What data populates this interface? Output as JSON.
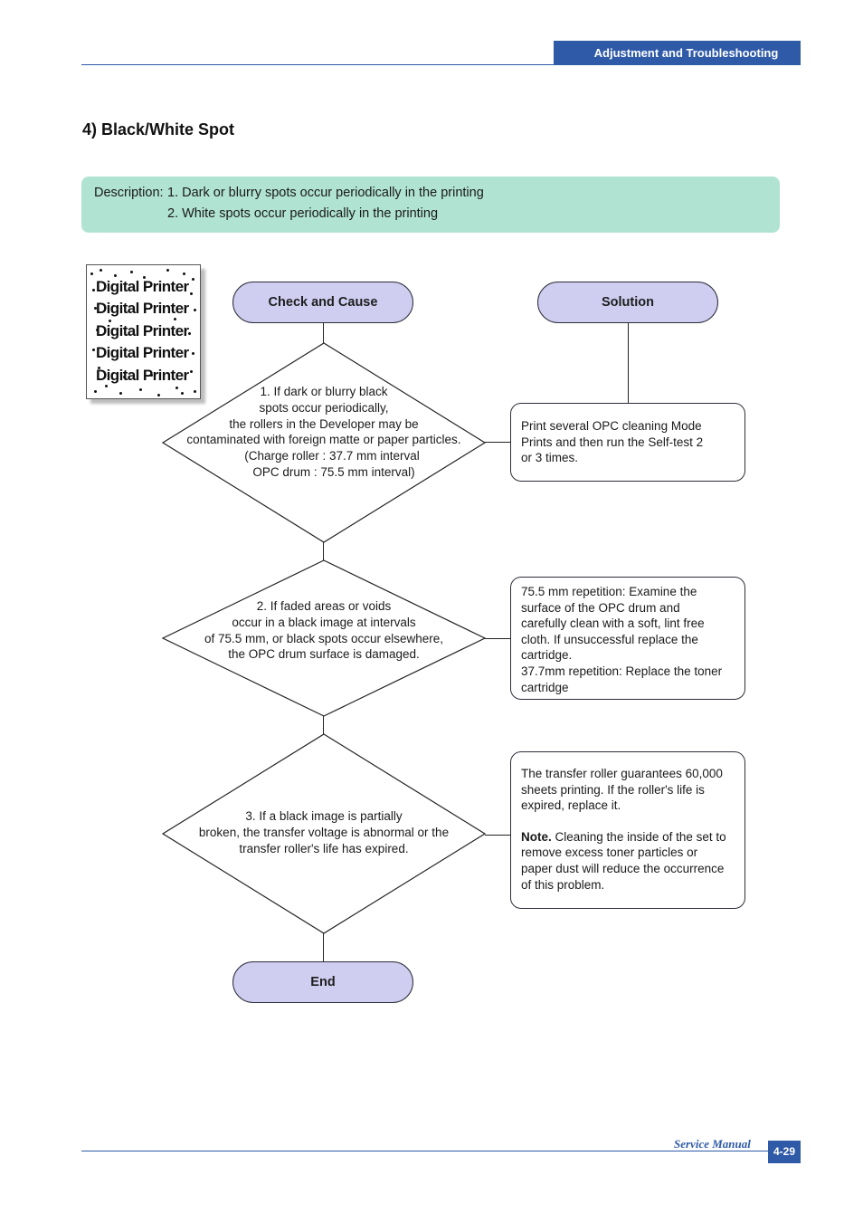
{
  "header": {
    "section_tab": "Adjustment and Troubleshooting"
  },
  "section": {
    "title": "4) Black/White Spot"
  },
  "description": {
    "label": "Description:",
    "items": [
      "1. Dark or blurry spots occur periodically in the printing",
      "2. White spots occur periodically in the printing"
    ]
  },
  "sample_image": {
    "lines": [
      "Digital Printer",
      "Digital Printer",
      "Digital Printer",
      "Digital Printer",
      "Digital Printer"
    ]
  },
  "flow": {
    "check_header": "Check and Cause",
    "solution_header": "Solution",
    "end_label": "End",
    "steps": [
      {
        "cause_lines": [
          "1. If dark or blurry black",
          "spots occur periodically,",
          "the rollers in the Developer may be",
          "contaminated with foreign matte or paper particles.",
          "(Charge roller : 37.7 mm interval",
          "OPC drum : 75.5 mm interval)"
        ],
        "solution_lines": [
          "Print several OPC cleaning Mode",
          "Prints and then run the Self-test 2",
          "or 3 times."
        ]
      },
      {
        "cause_lines": [
          "2. If faded areas or voids",
          "occur in a black image at intervals",
          "of 75.5 mm, or black spots occur elsewhere,",
          "the OPC drum surface is damaged."
        ],
        "solution_lines": [
          "75.5 mm repetition: Examine the",
          "surface of the OPC drum and",
          "carefully clean with a soft, lint free",
          "cloth. If unsuccessful replace the",
          "cartridge.",
          "37.7mm repetition: Replace the toner",
          "cartridge"
        ]
      },
      {
        "cause_lines": [
          "3. If a black image is partially",
          "broken, the transfer voltage is abnormal or the",
          "transfer roller's life has expired."
        ],
        "solution_lines": [
          "The transfer roller guarantees 60,000",
          "sheets printing. If the roller's life is",
          "expired, replace it."
        ],
        "note_label": "Note.",
        "note_lines": [
          "Cleaning the inside of the set to",
          "remove excess toner particles or",
          "paper dust will reduce the occurrence",
          "of this problem."
        ]
      }
    ]
  },
  "footer": {
    "manual_label": "Service Manual",
    "page_number": "4-29"
  },
  "colors": {
    "accent": "#2f5aa8",
    "description_bg": "#b0e3d2",
    "pill_fill": "#cfcdf0"
  }
}
